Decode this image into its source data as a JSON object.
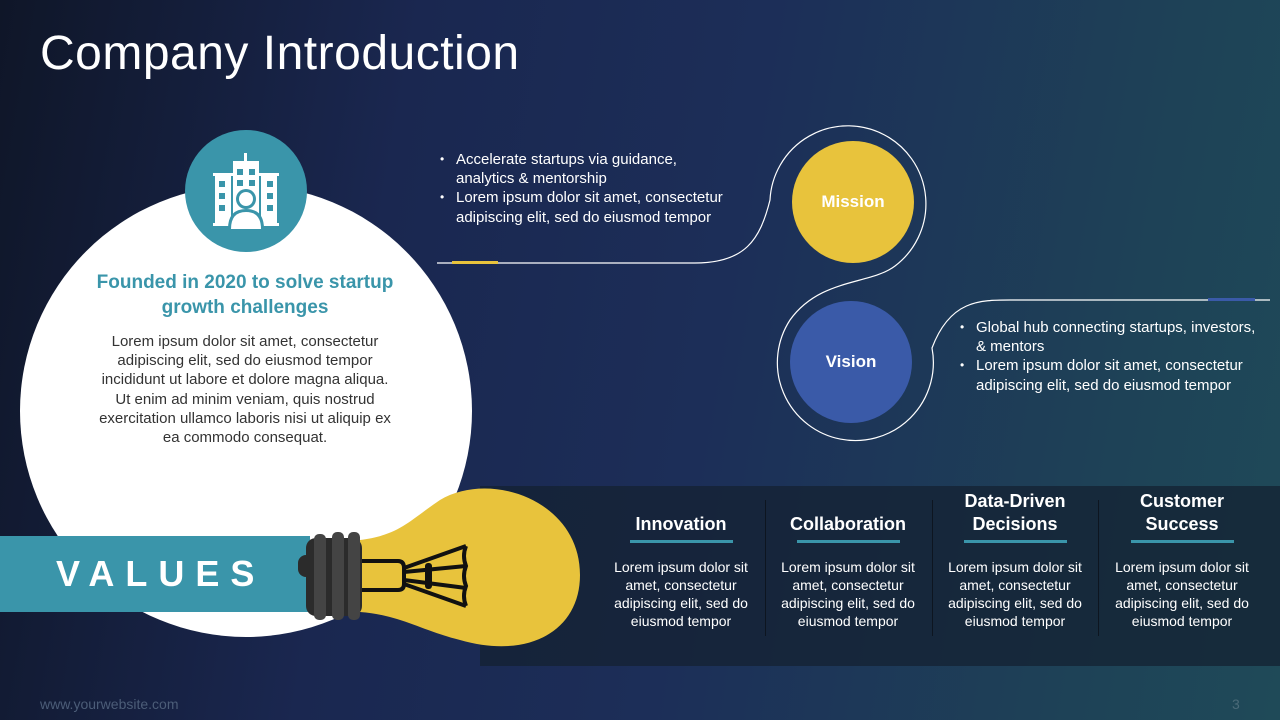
{
  "title": "Company Introduction",
  "about": {
    "heading": "Founded in 2020 to solve startup growth challenges",
    "body": "Lorem ipsum dolor sit amet, consectetur adipiscing elit, sed do eiusmod tempor incididunt ut labore et dolore magna aliqua. Ut enim ad minim veniam, quis nostrud exercitation ullamco laboris nisi ut aliquip ex ea commodo consequat.",
    "icon": "office-building-person-icon"
  },
  "mission": {
    "label": "Mission",
    "bullets": [
      "Accelerate startups via guidance, analytics & mentorship",
      "Lorem ipsum dolor sit amet, consectetur adipiscing elit, sed do eiusmod tempor"
    ]
  },
  "vision": {
    "label": "Vision",
    "bullets": [
      "Global hub connecting startups, investors, & mentors",
      "Lorem ipsum dolor sit amet, consectetur adipiscing elit, sed do eiusmod tempor"
    ]
  },
  "values": {
    "label": "VALUES",
    "items": [
      {
        "title": "Innovation",
        "body": "Lorem ipsum dolor sit amet, consectetur adipiscing elit, sed do eiusmod tempor"
      },
      {
        "title": "Collaboration",
        "body": "Lorem ipsum dolor sit amet, consectetur adipiscing elit, sed do eiusmod tempor"
      },
      {
        "title": "Data-Driven Decisions",
        "body": "Lorem ipsum dolor sit amet, consectetur adipiscing elit, sed do eiusmod tempor"
      },
      {
        "title": "Customer Success",
        "body": "Lorem ipsum dolor sit amet, consectetur adipiscing elit, sed do eiusmod tempor"
      }
    ]
  },
  "footer": {
    "url": "www.yourwebsite.com",
    "page": "3"
  },
  "colors": {
    "teal": "#3a95aa",
    "yellow": "#e8c33c",
    "blue": "#3a5aa8"
  }
}
